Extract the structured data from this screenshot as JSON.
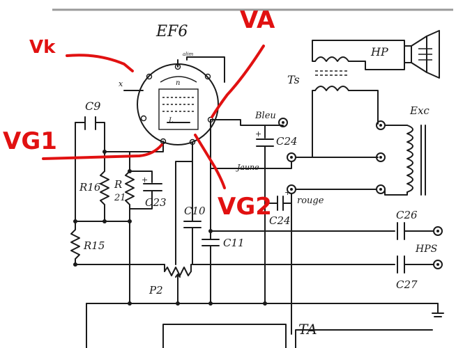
{
  "tube": "EF6",
  "annotations": {
    "vk": "Vk",
    "va": "VA",
    "vg1": "VG1",
    "vg2": "VG2"
  },
  "components": {
    "c9": "C9",
    "r16": "R16",
    "r21_r": "R",
    "r21_n": "21",
    "c23": "C23",
    "r15": "R15",
    "c10": "C10",
    "c11": "C11",
    "p2": "P2",
    "c24a": "C24",
    "c24b": "C24",
    "c26": "C26",
    "c27": "C27",
    "ts": "Ts",
    "hp": "HP",
    "exc": "Exc",
    "hps": "HPS",
    "ta": "TA"
  },
  "wires": {
    "bleu": "Bleu",
    "jaune": "Jaune",
    "rouge": "rouge"
  },
  "pin_marks": {
    "x": "x",
    "n": "n",
    "l": "L",
    "top": "alim"
  },
  "colors": {
    "ink": "#1a1a1a",
    "annotation": "#e11111",
    "rule": "#9a9a9a"
  }
}
